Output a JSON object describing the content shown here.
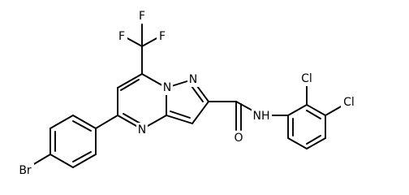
{
  "molecule": {
    "atom_labels": {
      "br": "Br",
      "f1": "F",
      "f2": "F",
      "f3": "F",
      "n_bridge": "N",
      "n_pyrazole": "N",
      "n_pyrimidine": "N",
      "nh": "NH",
      "o": "O",
      "cl1": "Cl",
      "cl2": "Cl"
    },
    "colors": {
      "bond": "#000000",
      "label": "#000000",
      "background": "#ffffff"
    }
  }
}
